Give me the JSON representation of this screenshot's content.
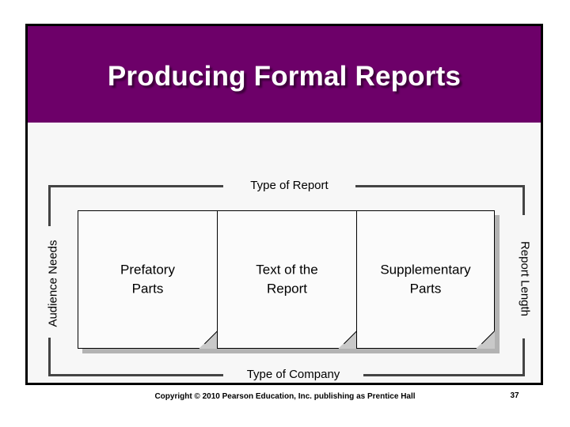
{
  "slide": {
    "title": "Producing Formal Reports",
    "banner_color": "#6d0069",
    "background_color": "#f7f7f7",
    "border_color": "#000000"
  },
  "diagram": {
    "rail_color": "#444444",
    "labels": {
      "top": "Type of Report",
      "bottom": "Type of Company",
      "left": "Audience Needs",
      "right": "Report Length"
    },
    "boxes": [
      {
        "label": "Prefatory\nParts",
        "line1": "Prefatory",
        "line2": "Parts"
      },
      {
        "label": "Text of the\nReport",
        "line1": "Text of the",
        "line2": "Report"
      },
      {
        "label": "Supplementary\nParts",
        "line1": "Supplementary",
        "line2": "Parts"
      }
    ]
  },
  "footer": {
    "copyright": "Copyright © 2010 Pearson Education, Inc. publishing as Prentice Hall",
    "page_number": "37"
  }
}
